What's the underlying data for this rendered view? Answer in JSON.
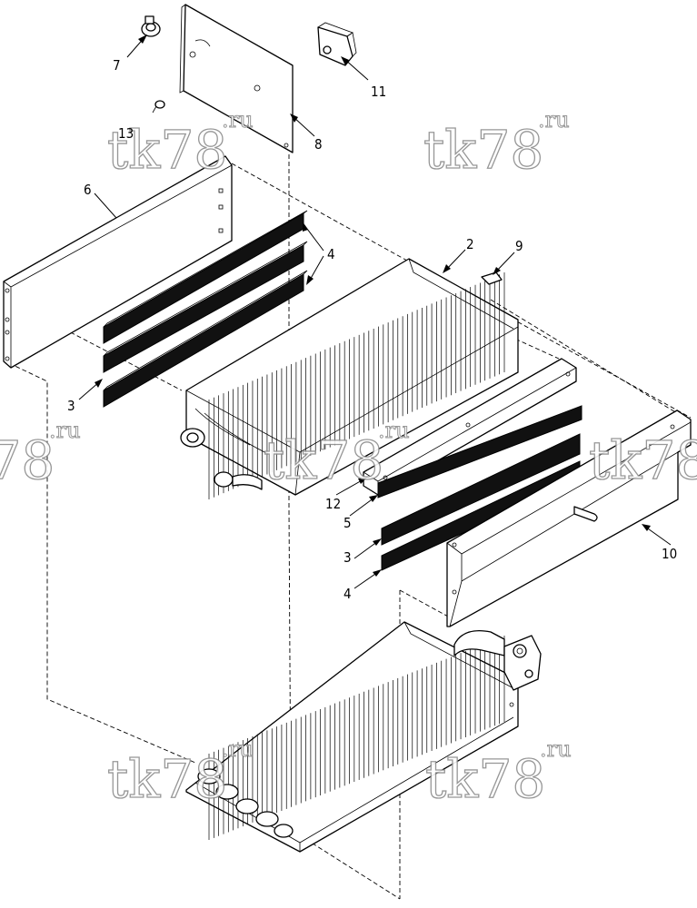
{
  "watermark": {
    "text": "tk78",
    "suffix": ".ru"
  },
  "callouts": [
    {
      "id": "7",
      "label": "7"
    },
    {
      "id": "11",
      "label": "11"
    },
    {
      "id": "13",
      "label": "13"
    },
    {
      "id": "8",
      "label": "8"
    },
    {
      "id": "6",
      "label": "6"
    },
    {
      "id": "4a",
      "label": "4"
    },
    {
      "id": "2",
      "label": "2"
    },
    {
      "id": "9",
      "label": "9"
    },
    {
      "id": "3a",
      "label": "3"
    },
    {
      "id": "12",
      "label": "12"
    },
    {
      "id": "5",
      "label": "5"
    },
    {
      "id": "10",
      "label": "10"
    },
    {
      "id": "3b",
      "label": "3"
    },
    {
      "id": "4b",
      "label": "4"
    }
  ]
}
